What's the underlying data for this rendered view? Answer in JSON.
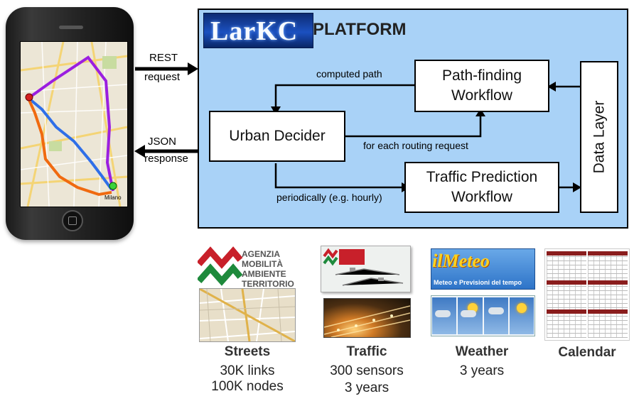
{
  "protocol": {
    "request_top": "REST",
    "request_bottom": "request",
    "response_top": "JSON",
    "response_bottom": "response"
  },
  "platform": {
    "logo_text": "LarKC",
    "title": "PLATFORM"
  },
  "workflow": {
    "pathfinding_line1": "Path-finding",
    "pathfinding_line2": "Workflow",
    "urban_decider": "Urban Decider",
    "traffic_line1": "Traffic Prediction",
    "traffic_line2": "Workflow",
    "data_layer": "Data Layer",
    "label_computed_path": "computed path",
    "label_for_each": "for each routing request",
    "label_periodically": "periodically (e.g. hourly)"
  },
  "sources": {
    "streets": {
      "title": "Streets",
      "line1": "30K links",
      "line2": "100K nodes"
    },
    "traffic": {
      "title": "Traffic",
      "line1": "300 sensors",
      "line2": "3 years"
    },
    "weather": {
      "title": "Weather",
      "line1": "3 years"
    },
    "calendar": {
      "title": "Calendar"
    }
  },
  "agency": {
    "line1": "AGENZIA",
    "line2": "MOBILITÀ",
    "line3": "AMBIENTE",
    "line4": "TERRITORIO"
  },
  "meteo": {
    "logo": "ilMeteo",
    "subtitle": "Meteo e Previsioni del tempo"
  },
  "map": {
    "city_label": "Milano"
  },
  "colors": {
    "platform_bg": "#a9d2f7",
    "route_purple": "#9b1fe0",
    "route_blue": "#2f6fe8",
    "route_orange": "#f06a10",
    "agency_red": "#c8202a",
    "agency_green": "#1e8a3c"
  }
}
